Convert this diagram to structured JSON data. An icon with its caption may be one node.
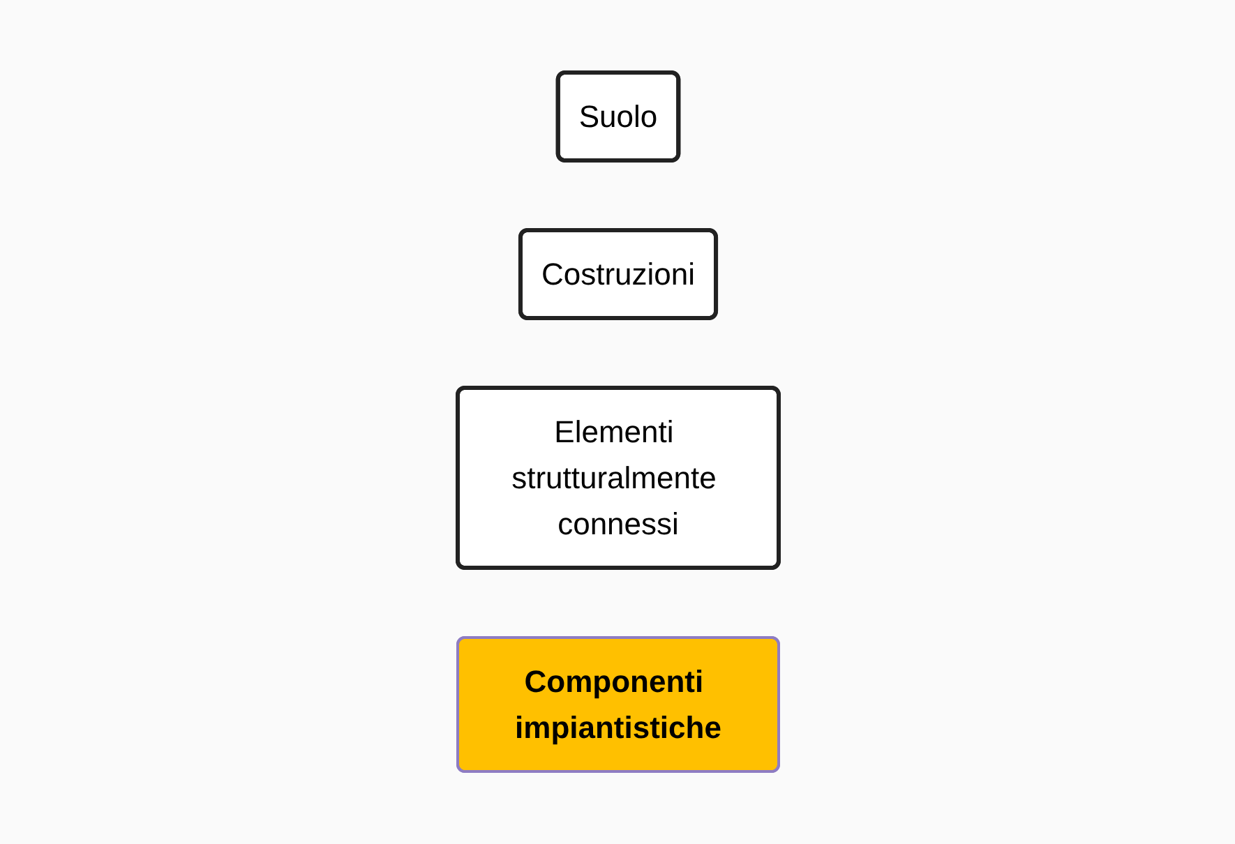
{
  "diagram": {
    "nodes": [
      {
        "text": [
          "Suolo"
        ]
      },
      {
        "text": [
          "Costruzioni"
        ]
      },
      {
        "text": [
          "Elementi strutturalmente connessi"
        ]
      },
      {
        "text": [
          "Componenti impiantistiche"
        ]
      }
    ]
  }
}
